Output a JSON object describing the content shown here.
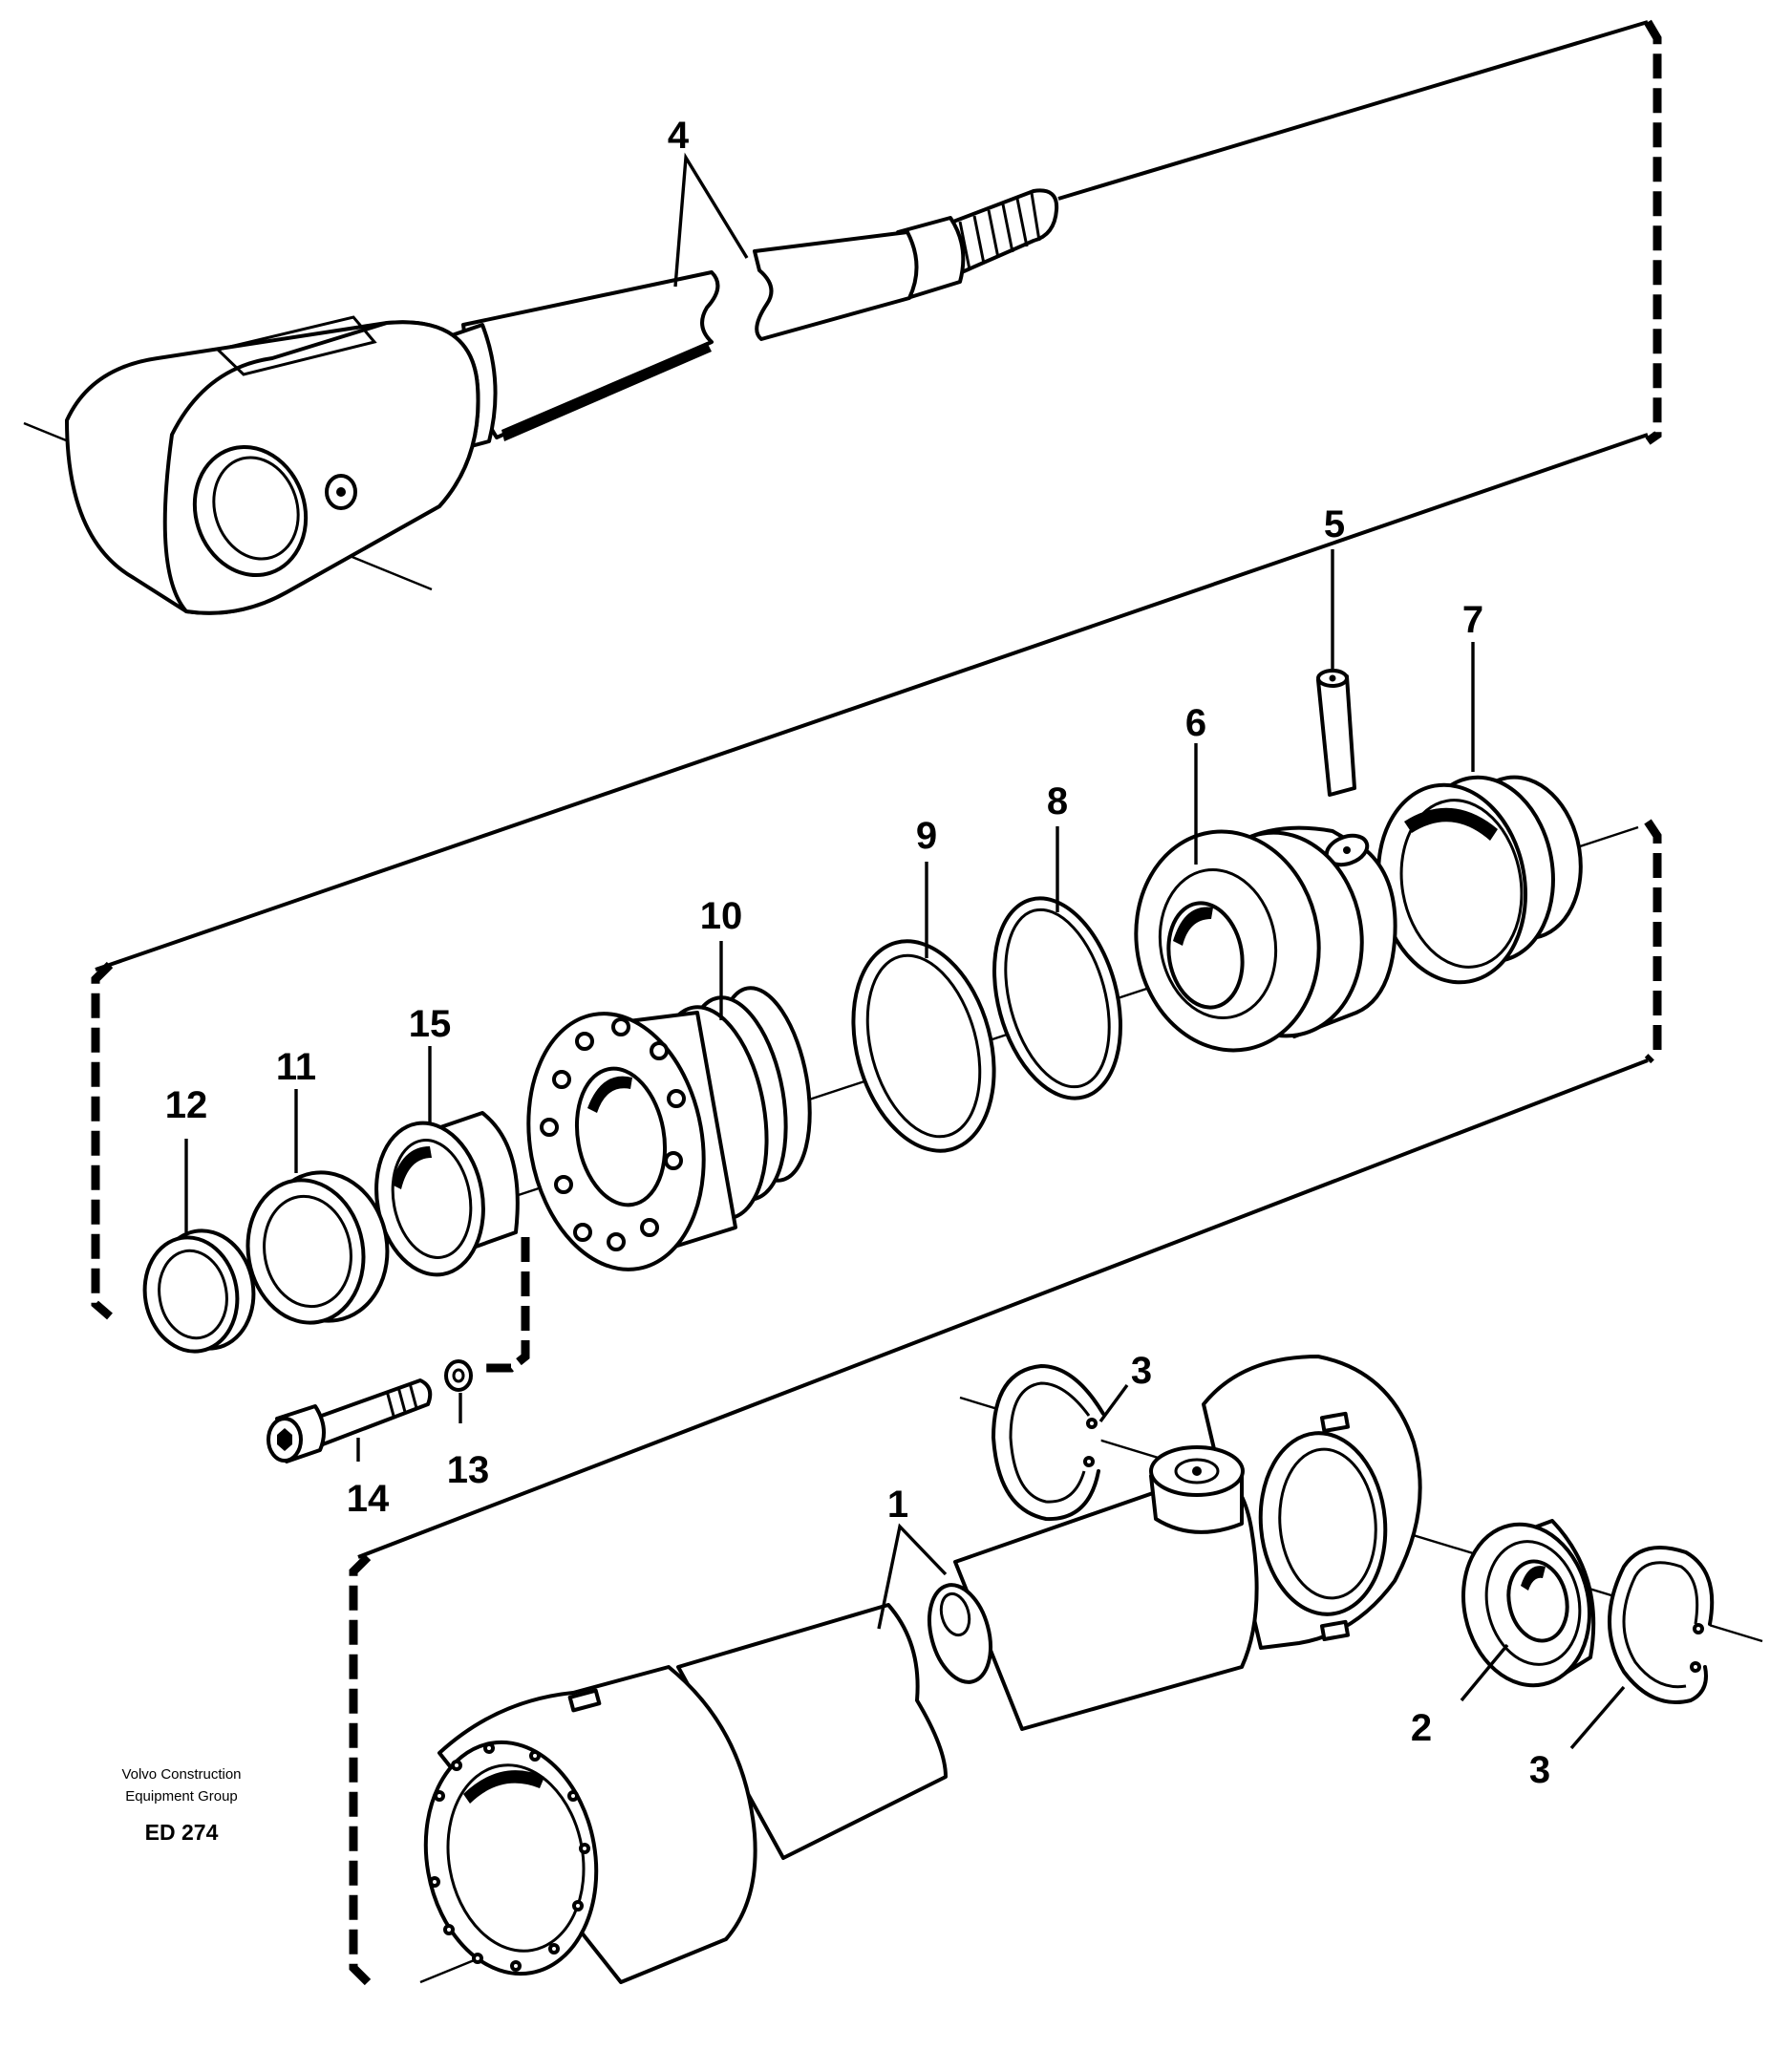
{
  "diagram": {
    "callouts": {
      "c1": "1",
      "c2": "2",
      "c3a": "3",
      "c3b": "3",
      "c4": "4",
      "c5": "5",
      "c6": "6",
      "c7": "7",
      "c8": "8",
      "c9": "9",
      "c10": "10",
      "c11": "11",
      "c12": "12",
      "c13": "13",
      "c14": "14",
      "c15": "15"
    },
    "credit": {
      "line1": "Volvo Construction",
      "line2": "Equipment Group",
      "code": "ED 274"
    }
  }
}
